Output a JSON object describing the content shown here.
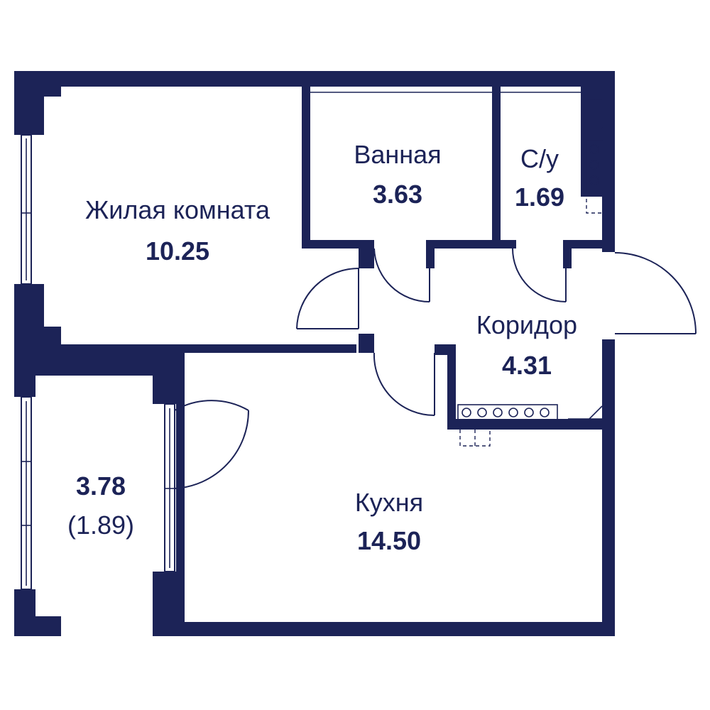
{
  "plan": {
    "colors": {
      "wall": "#1c2357",
      "floor": "#ffffff",
      "text": "#1c2357"
    },
    "rooms": {
      "living": {
        "name": "Жилая комната",
        "area": "10.25"
      },
      "bath": {
        "name": "Ванная",
        "area": "3.63"
      },
      "wc": {
        "name": "С/у",
        "area": "1.69"
      },
      "corridor": {
        "name": "Коридор",
        "area": "4.31"
      },
      "kitchen": {
        "name": "Кухня",
        "area": "14.50"
      },
      "balcony": {
        "area": "3.78",
        "area_reduced": "(1.89)"
      }
    }
  }
}
